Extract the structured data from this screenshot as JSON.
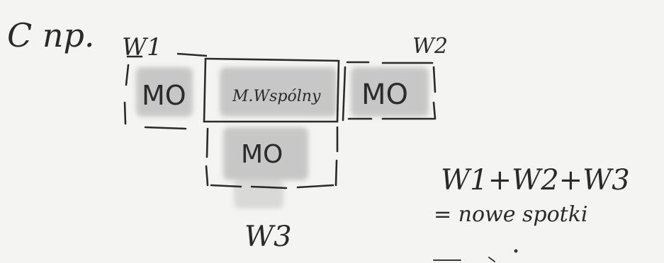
{
  "header": {
    "prefix": "C np."
  },
  "labels": {
    "w1": "W1",
    "w2": "W2",
    "w3": "W3"
  },
  "boxes": {
    "left": "MO",
    "center": "M.Wspólny",
    "right": "MO",
    "bottom": "MO"
  },
  "equation": {
    "line1": "W1+W2+W3",
    "line2": "= nowe spotki"
  },
  "colors": {
    "ink": "#2a2a2a",
    "paper": "#f4f4f2",
    "shade": "#b9b9b9"
  }
}
